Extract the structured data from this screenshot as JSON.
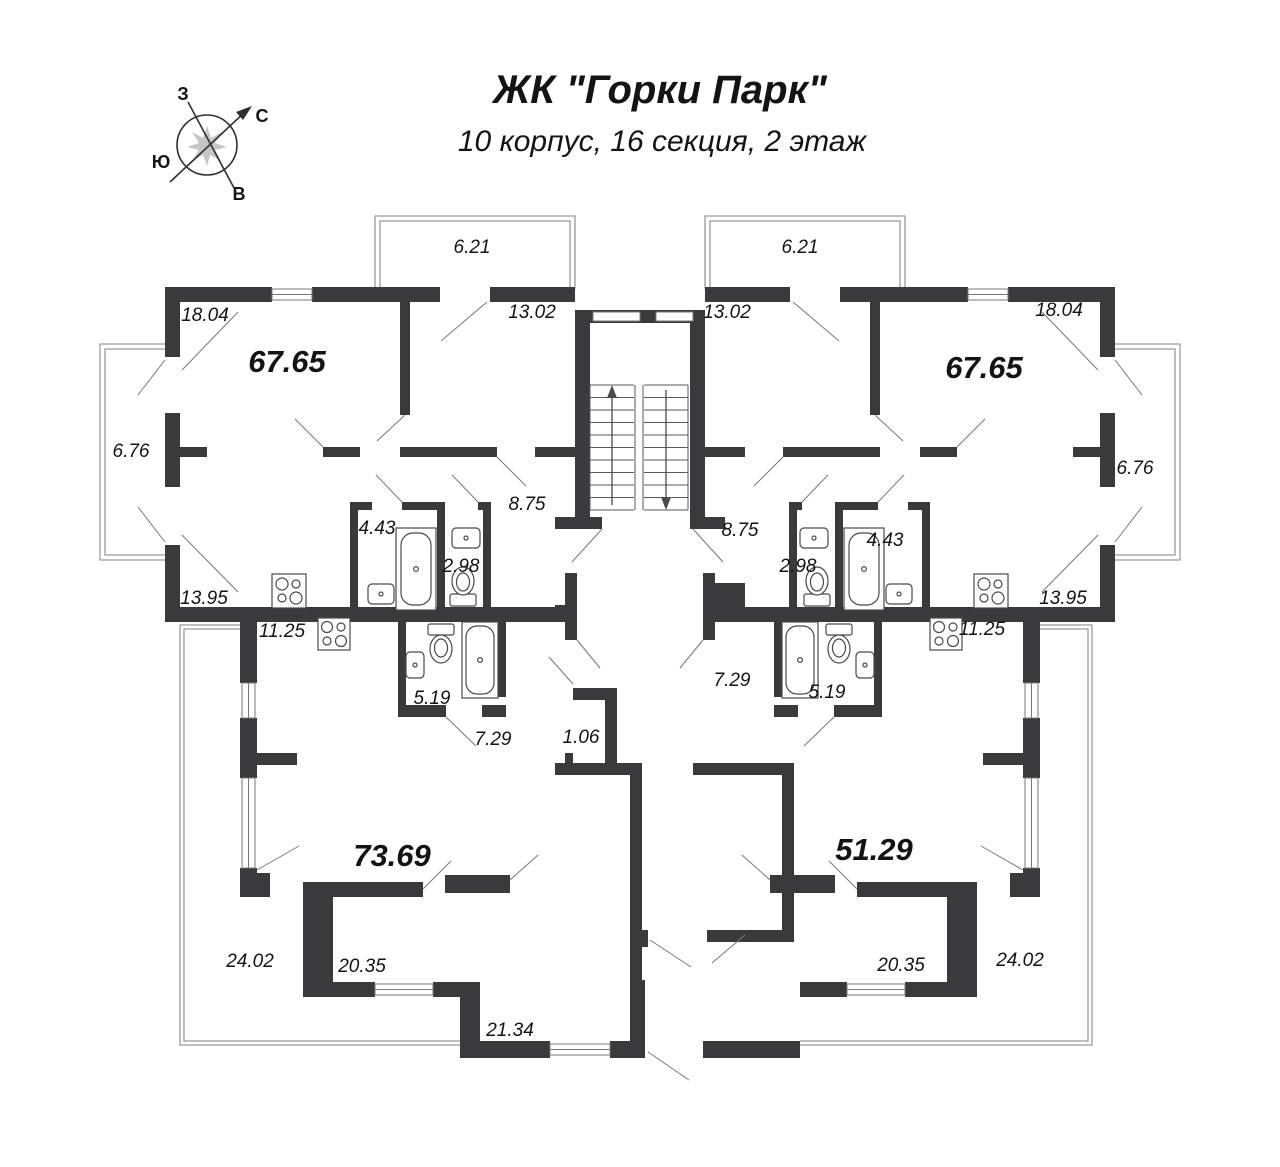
{
  "header": {
    "title": "ЖК \"Горки Парк\"",
    "subtitle": "10 корпус, 16 секция, 2 этаж"
  },
  "compass": {
    "west": "З",
    "north": "С",
    "south": "Ю",
    "east": "В"
  },
  "apartments": [
    {
      "name": "top-left-apartment",
      "total": "67.65",
      "rooms": {
        "living": "18.04",
        "bedroom": "13.02",
        "hall": "8.75",
        "bathroom": "4.43",
        "wc": "2.98",
        "kitchen": "13.95",
        "balcony_top": "6.21",
        "balcony_side": "6.76"
      }
    },
    {
      "name": "top-right-apartment",
      "total": "67.65",
      "rooms": {
        "living": "18.04",
        "bedroom": "13.02",
        "hall": "8.75",
        "bathroom": "4.43",
        "wc": "2.98",
        "kitchen": "13.95",
        "balcony_top": "6.21",
        "balcony_side": "6.76"
      }
    },
    {
      "name": "bottom-left-apartment",
      "total": "73.69",
      "rooms": {
        "kitchen": "11.25",
        "bathroom": "5.19",
        "hall": "7.29",
        "niche": "1.06",
        "room1": "20.35",
        "room2": "21.34",
        "terrace": "24.02"
      }
    },
    {
      "name": "bottom-right-apartment",
      "total": "51.29",
      "rooms": {
        "kitchen": "11.25",
        "bathroom": "5.19",
        "hall": "7.29",
        "room1": "20.35",
        "terrace": "24.02"
      }
    }
  ]
}
